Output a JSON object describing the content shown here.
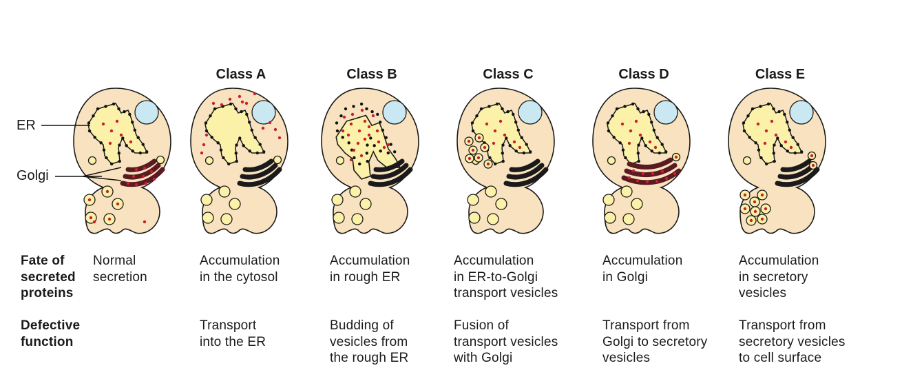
{
  "labels": {
    "er": "ER",
    "golgi": "Golgi"
  },
  "classes": [
    {
      "title": "",
      "fate": "Normal\nsecretion",
      "defect": ""
    },
    {
      "title": "Class A",
      "fate": "Accumulation\nin the cytosol",
      "defect": "Transport\ninto the ER"
    },
    {
      "title": "Class B",
      "fate": "Accumulation\nin rough ER",
      "defect": "Budding of\nvesicles from\nthe rough ER"
    },
    {
      "title": "Class C",
      "fate": "Accumulation\nin ER-to-Golgi\ntransport vesicles",
      "defect": "Fusion of\ntransport vesicles\nwith Golgi"
    },
    {
      "title": "Class D",
      "fate": "Accumulation\nin Golgi",
      "defect": "Transport from\nGolgi to secretory\nvesicles"
    },
    {
      "title": "Class E",
      "fate": "Accumulation\nin secretory\nvesicles",
      "defect": "Transport from\nsecretory vesicles\nto cell surface"
    }
  ],
  "row_labels": {
    "fate": "Fate of\nsecreted\nproteins",
    "defect": "Defective\nfunction"
  },
  "colors": {
    "cell_fill": "#f8e2bf",
    "cell_stroke": "#1a1a1a",
    "er_fill": "#fbf1a8",
    "nucleus_fill": "#c9e8f2",
    "vesicle_fill": "#fbf1a8",
    "protein": "#c8202c",
    "golgi_loaded": "#5a1a22",
    "golgi": "#1a1a1a"
  }
}
